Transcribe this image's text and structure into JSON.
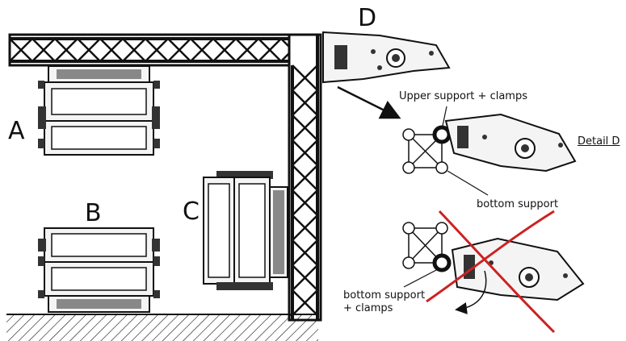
{
  "labels": {
    "a": "A",
    "b": "B",
    "c": "C",
    "d": "D"
  },
  "notes": {
    "upper_support": "Upper support + clamps",
    "detail": "Detail D",
    "bottom_support": "bottom support",
    "bottom_support_clamps_line1": "bottom support",
    "bottom_support_clamps_line2": "+ clamps"
  },
  "colors": {
    "line": "#111111",
    "panel": "#f4f4f4",
    "cross": "#cc2222"
  }
}
